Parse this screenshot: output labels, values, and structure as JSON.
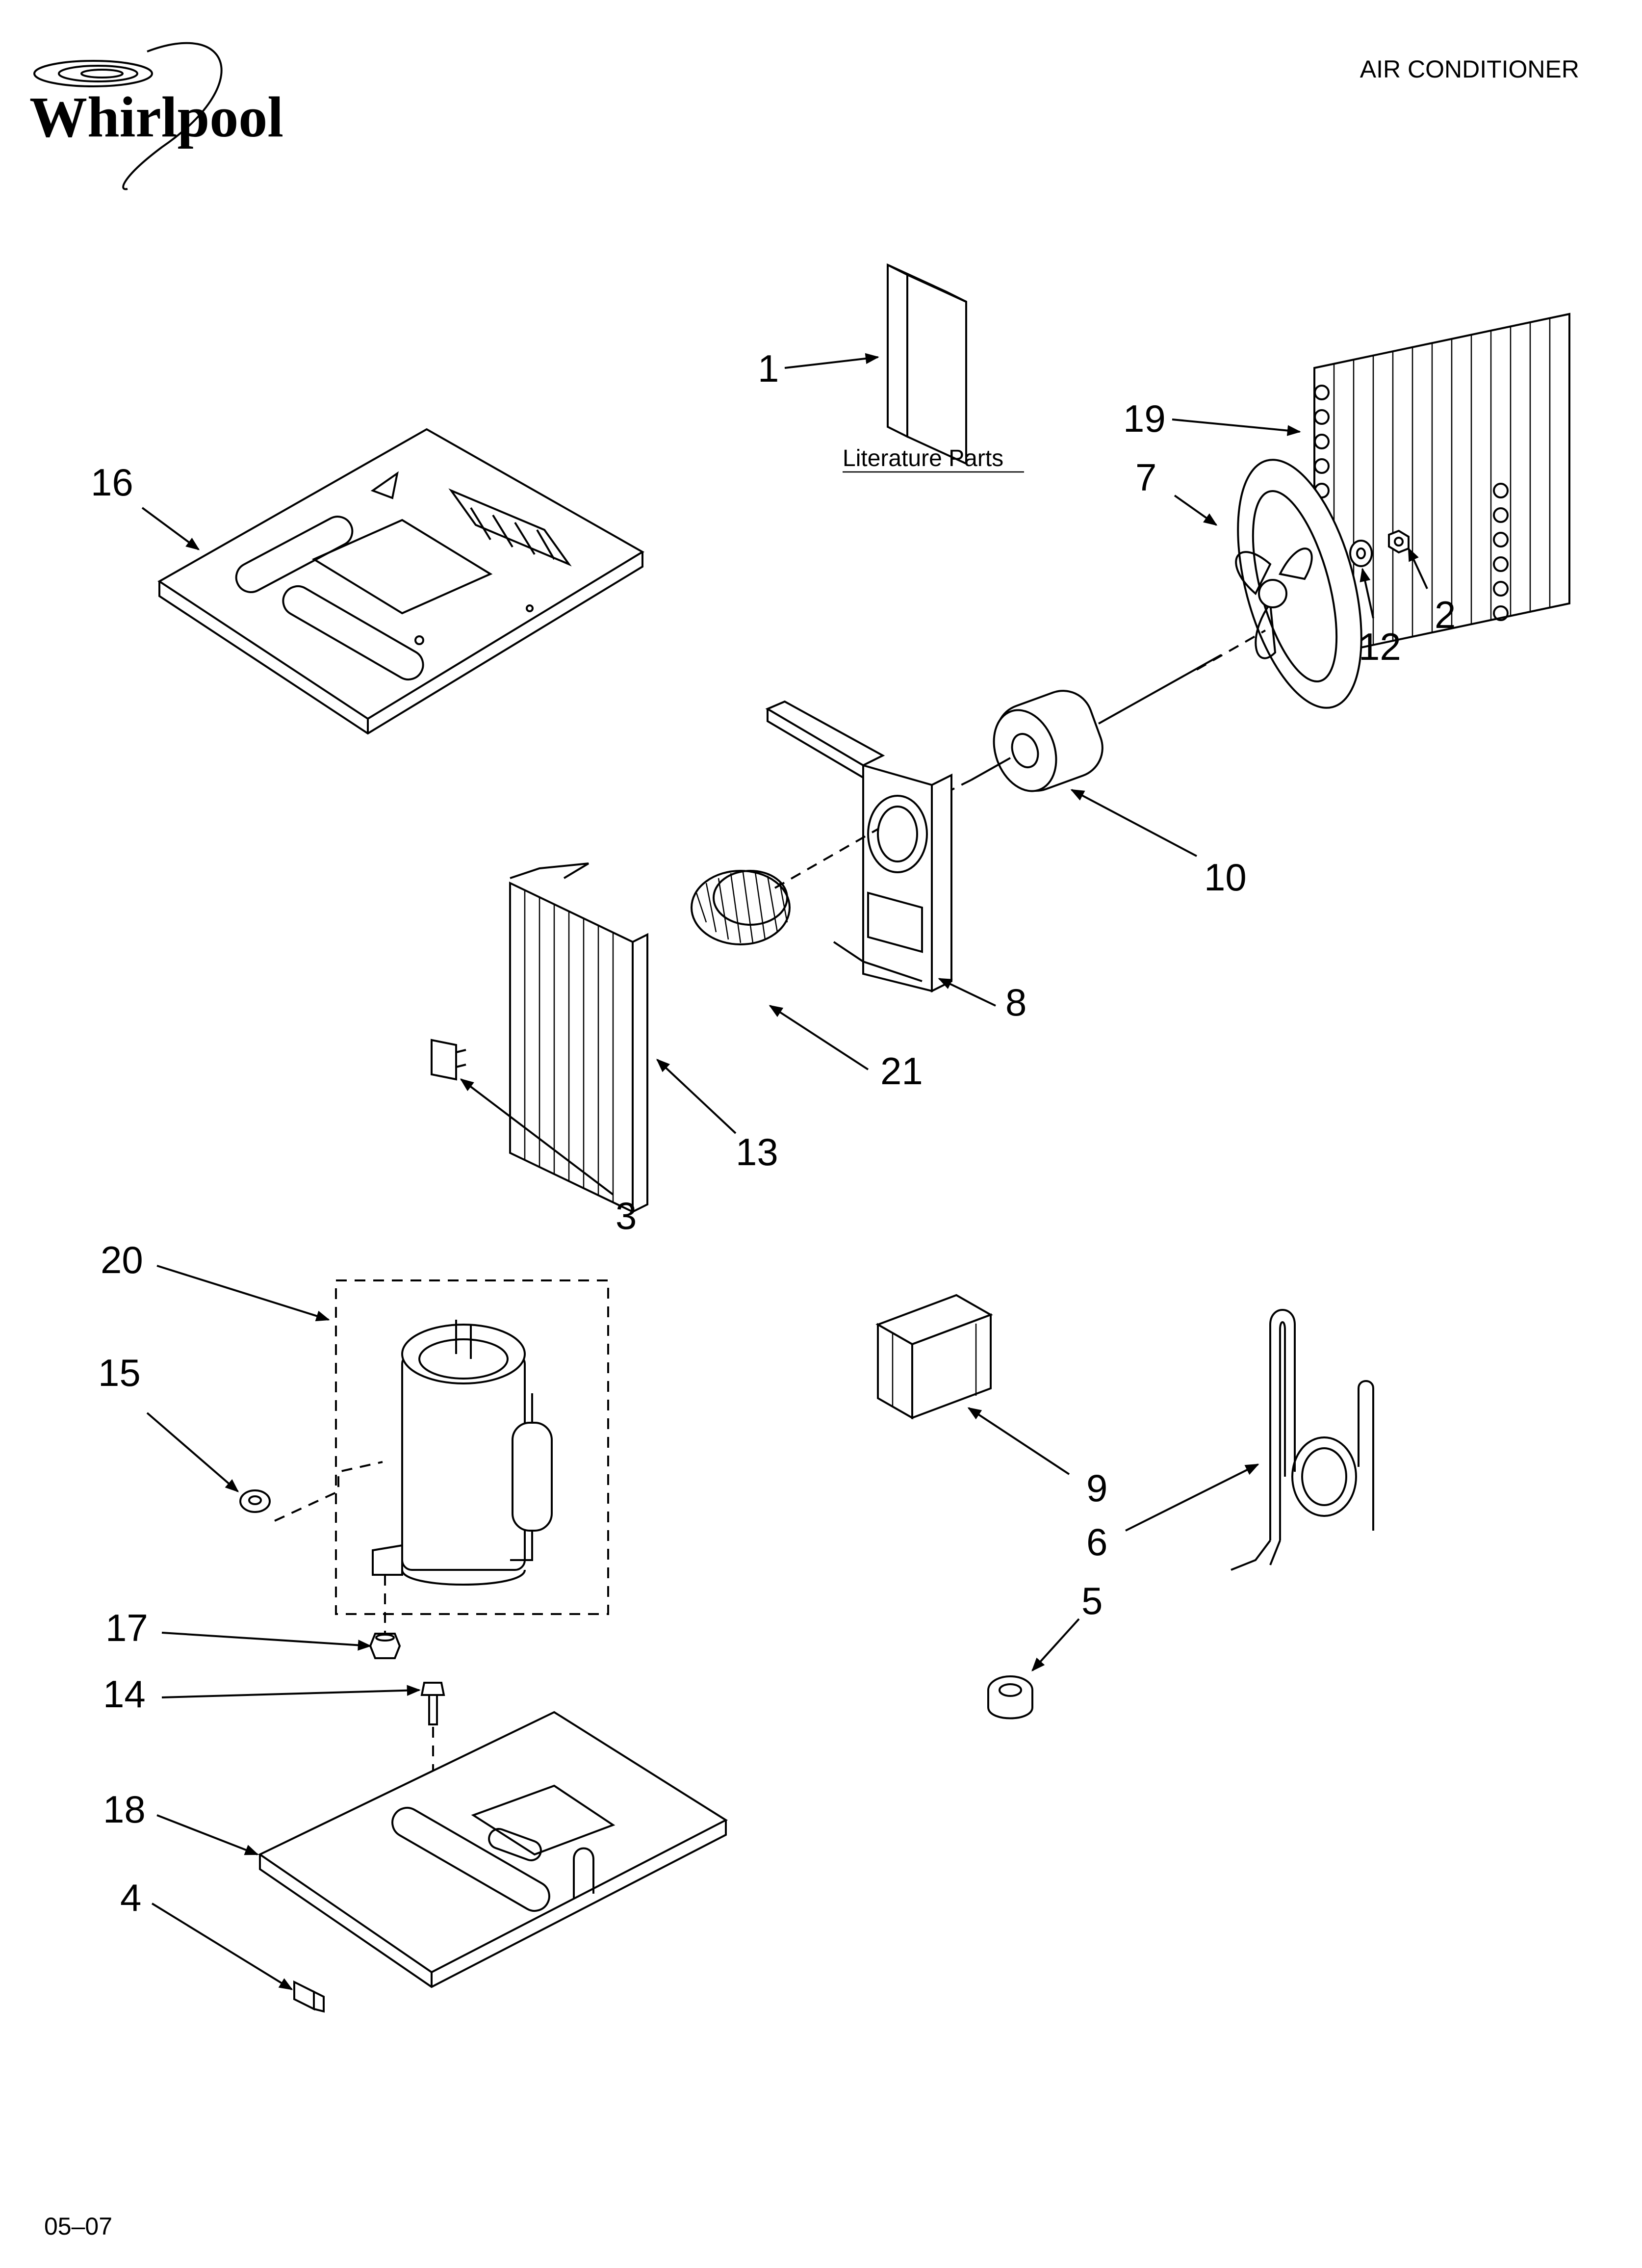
{
  "header": {
    "brand": "Whirlpool",
    "title": "AIR CONDITIONER"
  },
  "footer": {
    "code": "05–07"
  },
  "literature_caption": "Literature Parts",
  "callouts": {
    "c1": "1",
    "c2": "2",
    "c3": "3",
    "c4": "4",
    "c5": "5",
    "c6": "6",
    "c7": "7",
    "c8": "8",
    "c9": "9",
    "c10": "10",
    "c12": "12",
    "c13": "13",
    "c14": "14",
    "c15": "15",
    "c16": "16",
    "c17": "17",
    "c18": "18",
    "c19": "19",
    "c20": "20",
    "c21": "21"
  }
}
